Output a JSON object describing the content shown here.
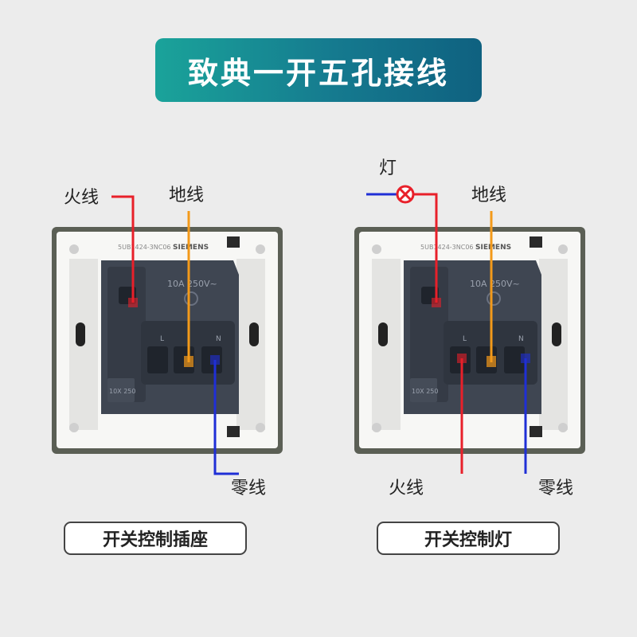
{
  "title": "致典一开五孔接线",
  "colors": {
    "live_wire": "#e8202a",
    "earth_wire": "#f39a1a",
    "neutral_wire": "#1f2fd6",
    "banner_start": "#1aa39a",
    "banner_end": "#0f6180"
  },
  "left_panel": {
    "live_label": "火线",
    "earth_label": "地线",
    "neutral_label": "零线",
    "brand_text": "SIEMENS",
    "model_text": "5UB1424-3NC06",
    "rating_text": "10A 250V~",
    "switch_rating": "10X 250",
    "terminal_l": "L",
    "terminal_n": "N",
    "caption": "开关控制插座"
  },
  "right_panel": {
    "lamp_label": "灯",
    "live_label": "火线",
    "earth_label": "地线",
    "neutral_label": "零线",
    "brand_text": "SIEMENS",
    "model_text": "5UB1424-3NC06",
    "rating_text": "10A 250V~",
    "switch_rating": "10X 250",
    "terminal_l": "L",
    "terminal_n": "N",
    "caption": "开关控制灯"
  }
}
